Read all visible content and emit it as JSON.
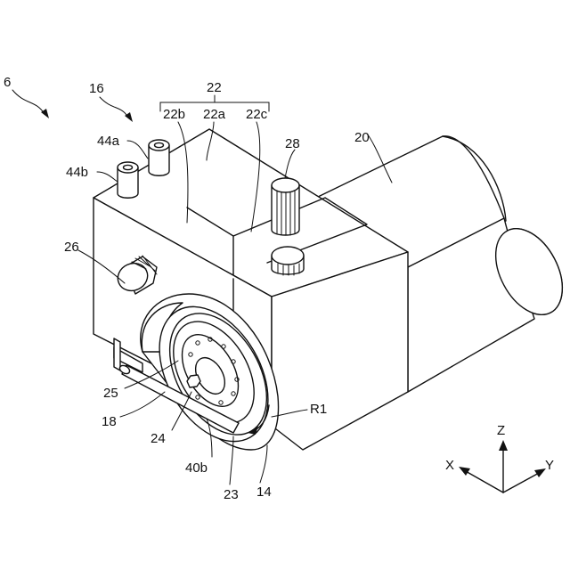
{
  "figure": {
    "labels": {
      "n6": "6",
      "n16": "16",
      "n22": "22",
      "n22b": "22b",
      "n22a": "22a",
      "n22c": "22c",
      "n44a": "44a",
      "n44b": "44b",
      "n28": "28",
      "n20": "20",
      "n26": "26",
      "n25": "25",
      "n18": "18",
      "n24": "24",
      "n40b": "40b",
      "n23": "23",
      "n14": "14",
      "r1": "R1"
    },
    "axes": {
      "z": "Z",
      "x": "X",
      "y": "Y"
    }
  }
}
